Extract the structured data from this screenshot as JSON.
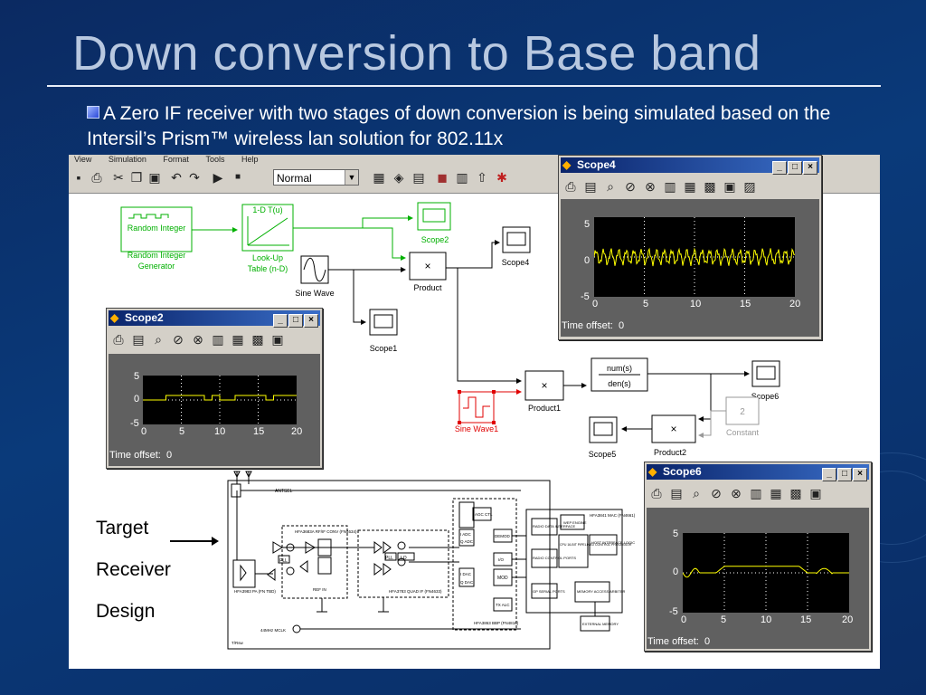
{
  "slide": {
    "title": "Down conversion to Base band",
    "bullet": "A Zero IF receiver with two stages of down conversion is being simulated based on the Intersil’s Prism™ wireless lan solution for 802.11x"
  },
  "simulink": {
    "menu": [
      "View",
      "Simulation",
      "Format",
      "Tools",
      "Help"
    ],
    "mode": "Normal",
    "blocks": {
      "random_integer": "Random\nInteger",
      "random_integer_caption1": "Random Integer",
      "random_integer_caption2": "Generator",
      "lookup_title": "1-D T(u)",
      "lookup_caption1": "Look-Up",
      "lookup_caption2": "Table (n-D)",
      "sine_wave": "Sine Wave",
      "sine_wave1": "Sine Wave1",
      "product": "Product",
      "product1": "Product1",
      "product2": "Product2",
      "num": "num(s)",
      "den": "den(s)",
      "constant_value": "2",
      "constant": "Constant",
      "scope1": "Scope1",
      "scope2": "Scope2",
      "scope4": "Scope4",
      "scope5": "Scope5",
      "scope6": "Scope6"
    }
  },
  "scopes": {
    "scope4": {
      "title": "Scope4",
      "time_offset_label": "Time offset:",
      "time_offset": "0",
      "yticks": [
        "5",
        "0",
        "-5"
      ],
      "xticks": [
        "0",
        "5",
        "10",
        "15",
        "20"
      ]
    },
    "scope2": {
      "title": "Scope2",
      "time_offset_label": "Time offset:",
      "time_offset": "0",
      "yticks": [
        "5",
        "0",
        "-5"
      ],
      "xticks": [
        "0",
        "5",
        "10",
        "15",
        "20"
      ]
    },
    "scope6": {
      "title": "Scope6",
      "time_offset_label": "Time offset:",
      "time_offset": "0",
      "yticks": [
        "5",
        "0",
        "-5"
      ],
      "xticks": [
        "0",
        "5",
        "10",
        "15",
        "20"
      ]
    }
  },
  "target": {
    "line1": "Target",
    "line2": "Receiver",
    "line3": "Design"
  },
  "schematic": {
    "antsel": "ANTSEL",
    "rfif": "HFA3683A RF/IF CONV (FN4634)",
    "quadif": "HFA3783 QUAD IF (FN4633)",
    "bbp": "HFA3863 BBP (FN4816)",
    "mac": "HFA3841 MAC (FN4661)",
    "pa": "HFA3983 PA (FN TBD)",
    "mclk": "44MHz MCLK",
    "refin": "REF IN",
    "trsw": "T/Rsw",
    "radio": "RADIO DATA INTERFACE",
    "wep": "WEP ENGINE",
    "host": "HOST INTERFACE LOGIC",
    "cpu": "CPU 16-BIT PIPELINED CONTROL PROCESSOR",
    "radioctl": "RADIO CONTROL PORTS",
    "gpserial": "GP SERIAL PORTS",
    "memory": "MEMORY ACCESS ARBITER",
    "extmem": "EXTERNAL MEMORY",
    "pll": "PLL",
    "lo": "LO",
    "demod": "DEMOD",
    "mod": "MOD",
    "agc": "AGC CTL",
    "iadc": "I ADC",
    "qadc": "Q ADC",
    "idac": "I DAC",
    "qdac": "Q DAC",
    "txalc": "TX ALC",
    "io": "I/O"
  },
  "colors": {
    "accent_green": "#00b000",
    "scope_trace": "#ffff00",
    "red_block": "#e00000"
  }
}
